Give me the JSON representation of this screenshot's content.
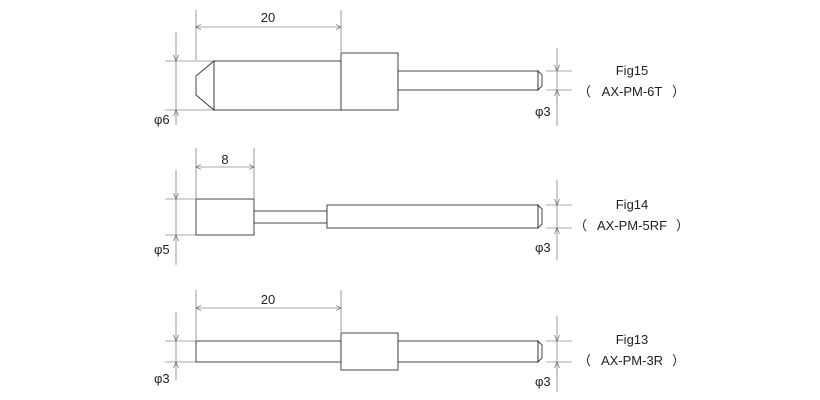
{
  "figures": [
    {
      "fig_label": "Fig15",
      "part_label": "AX-PM-6T",
      "open_paren": "（",
      "close_paren": "）",
      "top_dimension": "20",
      "left_diameter": "φ6",
      "right_diameter": "φ3"
    },
    {
      "fig_label": "Fig14",
      "part_label": "AX-PM-5RF",
      "open_paren": "（",
      "close_paren": "）",
      "top_dimension": "8",
      "left_diameter": "φ5",
      "right_diameter": "φ3"
    },
    {
      "fig_label": "Fig13",
      "part_label": "AX-PM-3R",
      "open_paren": "（",
      "close_paren": "）",
      "top_dimension": "20",
      "left_diameter": "φ3",
      "right_diameter": "φ3"
    }
  ]
}
